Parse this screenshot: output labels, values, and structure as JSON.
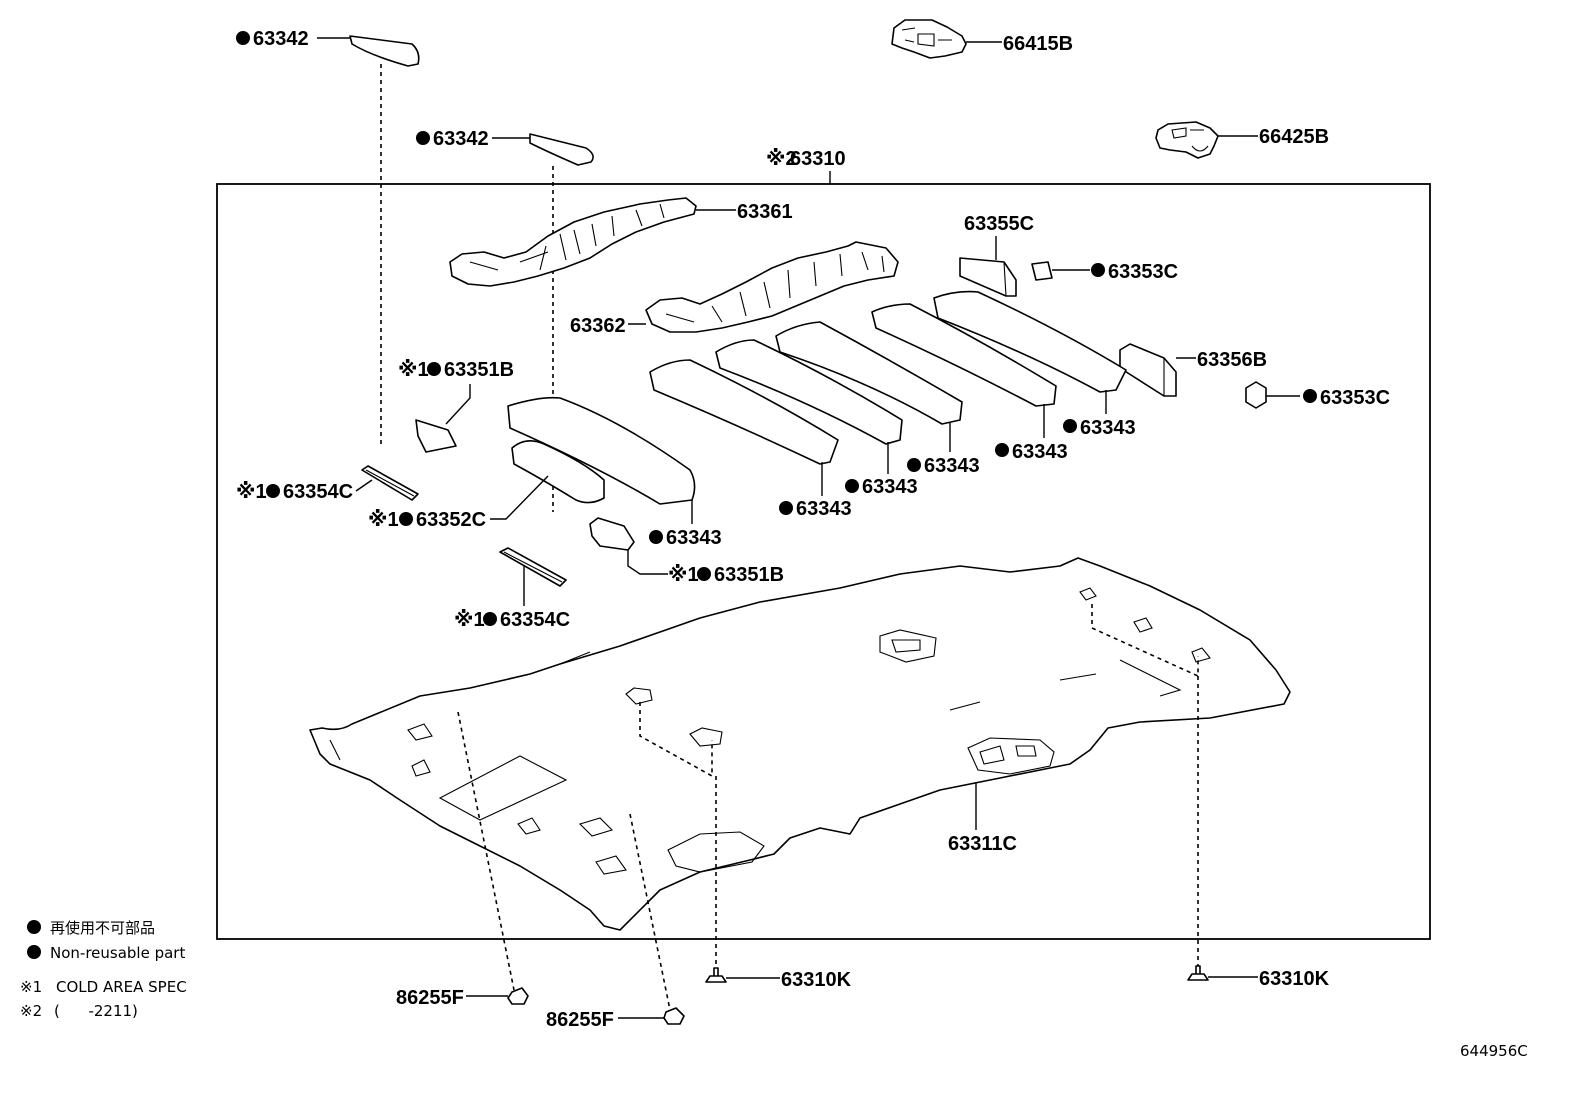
{
  "diagram_id": "644956C",
  "assembly": {
    "mark": "※2",
    "number": "63310"
  },
  "labels": {
    "p63342_a": "63342",
    "p63342_b": "63342",
    "p66415B": "66415B",
    "p66425B": "66425B",
    "p63361": "63361",
    "p63355C": "63355C",
    "p63353C_a": "63353C",
    "p63362": "63362",
    "p63356B": "63356B",
    "p63353C_b": "63353C",
    "p63351B_a_mark": "※1",
    "p63351B_a": "63351B",
    "p63343_1": "63343",
    "p63343_2": "63343",
    "p63343_3": "63343",
    "p63343_4": "63343",
    "p63343_5": "63343",
    "p63343_6": "63343",
    "p63354C_a_mark": "※1",
    "p63354C_a": "63354C",
    "p63352C_mark": "※1",
    "p63352C": "63352C",
    "p63351B_b_mark": "※1",
    "p63351B_b": "63351B",
    "p63354C_b_mark": "※1",
    "p63354C_b": "63354C",
    "p63311C": "63311C",
    "p63310K_a": "63310K",
    "p63310K_b": "63310K",
    "p86255F_a": "86255F",
    "p86255F_b": "86255F"
  },
  "legend": {
    "nonreusable_jp": "再使用不可部品",
    "nonreusable_en": "Non-reusable part",
    "note1_mark": "※1",
    "note1_text": "COLD AREA SPEC",
    "note2_mark": "※2",
    "note2_text": "(      -2211)"
  },
  "colors": {
    "line": "#000000",
    "background": "#ffffff"
  },
  "icons": [
    "black-dot-icon"
  ]
}
